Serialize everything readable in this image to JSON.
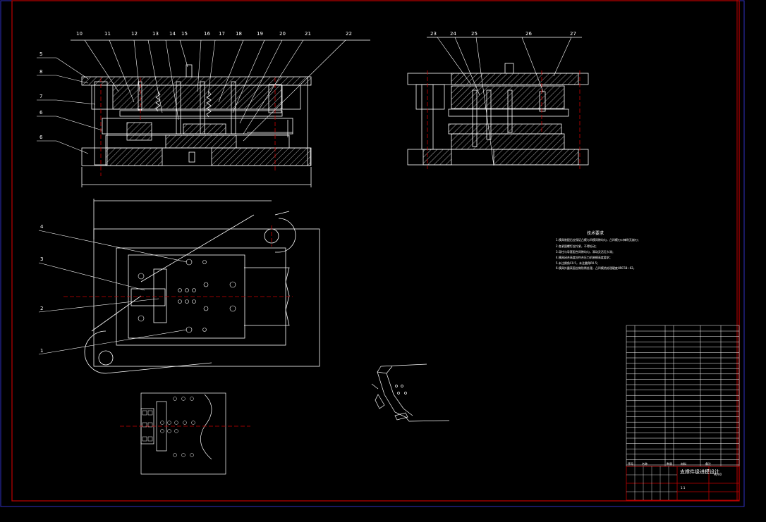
{
  "top_balloons": [
    "10",
    "11",
    "12",
    "13",
    "14",
    "15",
    "16",
    "17",
    "18",
    "19",
    "20",
    "21",
    "22"
  ],
  "left_balloons_top": [
    "5",
    "8",
    "7",
    "6",
    "6"
  ],
  "right_section_balloons": [
    "23",
    "24",
    "25",
    "26",
    "27"
  ],
  "plan_balloons": [
    "4",
    "3",
    "2",
    "1"
  ],
  "tech_notes": {
    "title": "技术要求",
    "lines": [
      "1.模具装配后应保证凸模与凹模间隙均匀，凸凹模刃口锋利无崩刃；",
      "2.各紧固螺钉应拧紧，不得松动；",
      "3.导柱与导套配合间隙均匀，滑动灵活无卡滞；",
      "4.模具闭合高度应符合压力机装模高度要求；",
      "5.未注倒角C0.5，未注圆角R0.5；",
      "6.模具外露表面应做防锈处理，凸凹模热处理硬度HRC58~62。"
    ]
  },
  "title_block": {
    "name": "支撑件级进模设计",
    "drawing_no": "MJ-00",
    "scale": "1:1",
    "header_cols": [
      "序号",
      "名称",
      "数量",
      "材料",
      "备注"
    ]
  },
  "colors": {
    "background": "#000000",
    "lines": "#ffffff",
    "border": "#c00000",
    "centerline": "#cc0000",
    "hatch": "#ffffff"
  }
}
